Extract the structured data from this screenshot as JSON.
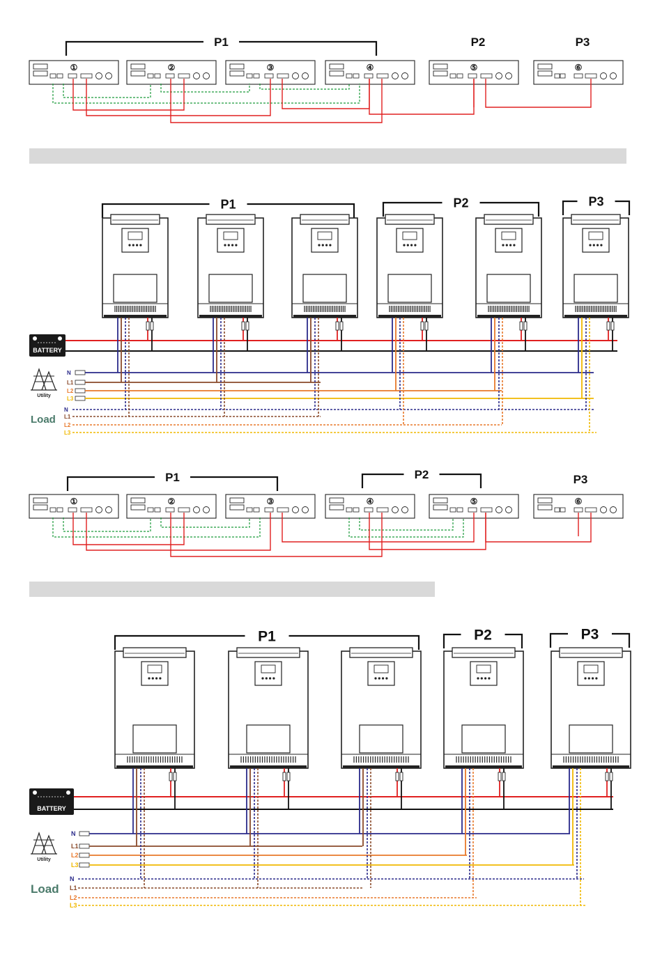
{
  "sections": [
    {
      "kind": "panel-row",
      "phases": [
        "P1",
        "P2",
        "P3"
      ],
      "units": [
        "①",
        "②",
        "③",
        "④",
        "⑤",
        "⑥"
      ]
    },
    {
      "kind": "divider"
    },
    {
      "kind": "inverter-wiring",
      "phases": [
        "P1",
        "P2",
        "P3"
      ],
      "battery_label": "BATTERY",
      "utility_label": "Utility",
      "load_label": "Load",
      "utility_lines": [
        "N",
        "L1",
        "L2",
        "L3"
      ],
      "load_lines": [
        "N",
        "L1",
        "L2",
        "L3"
      ]
    },
    {
      "kind": "panel-row",
      "phases": [
        "P1",
        "P2",
        "P3"
      ],
      "units": [
        "①",
        "②",
        "③",
        "④",
        "⑤",
        "⑥"
      ]
    },
    {
      "kind": "divider"
    },
    {
      "kind": "inverter-wiring",
      "phases": [
        "P1",
        "P2",
        "P3"
      ],
      "battery_label": "BATTERY",
      "utility_label": "Utility",
      "load_label": "Load",
      "utility_lines": [
        "N",
        "L1",
        "L2",
        "L3"
      ],
      "load_lines": [
        "N",
        "L1",
        "L2",
        "L3"
      ]
    }
  ],
  "colors": {
    "parallel_comm": "#1a9a3a",
    "current_share": "#e02020",
    "battery_pos": "#e02020",
    "battery_neg": "#111111",
    "neutral": "#2a2a8a",
    "l1": "#8a4a2a",
    "l2": "#e8782a",
    "l3": "#f0b800",
    "divider": "#d9d9d9"
  }
}
